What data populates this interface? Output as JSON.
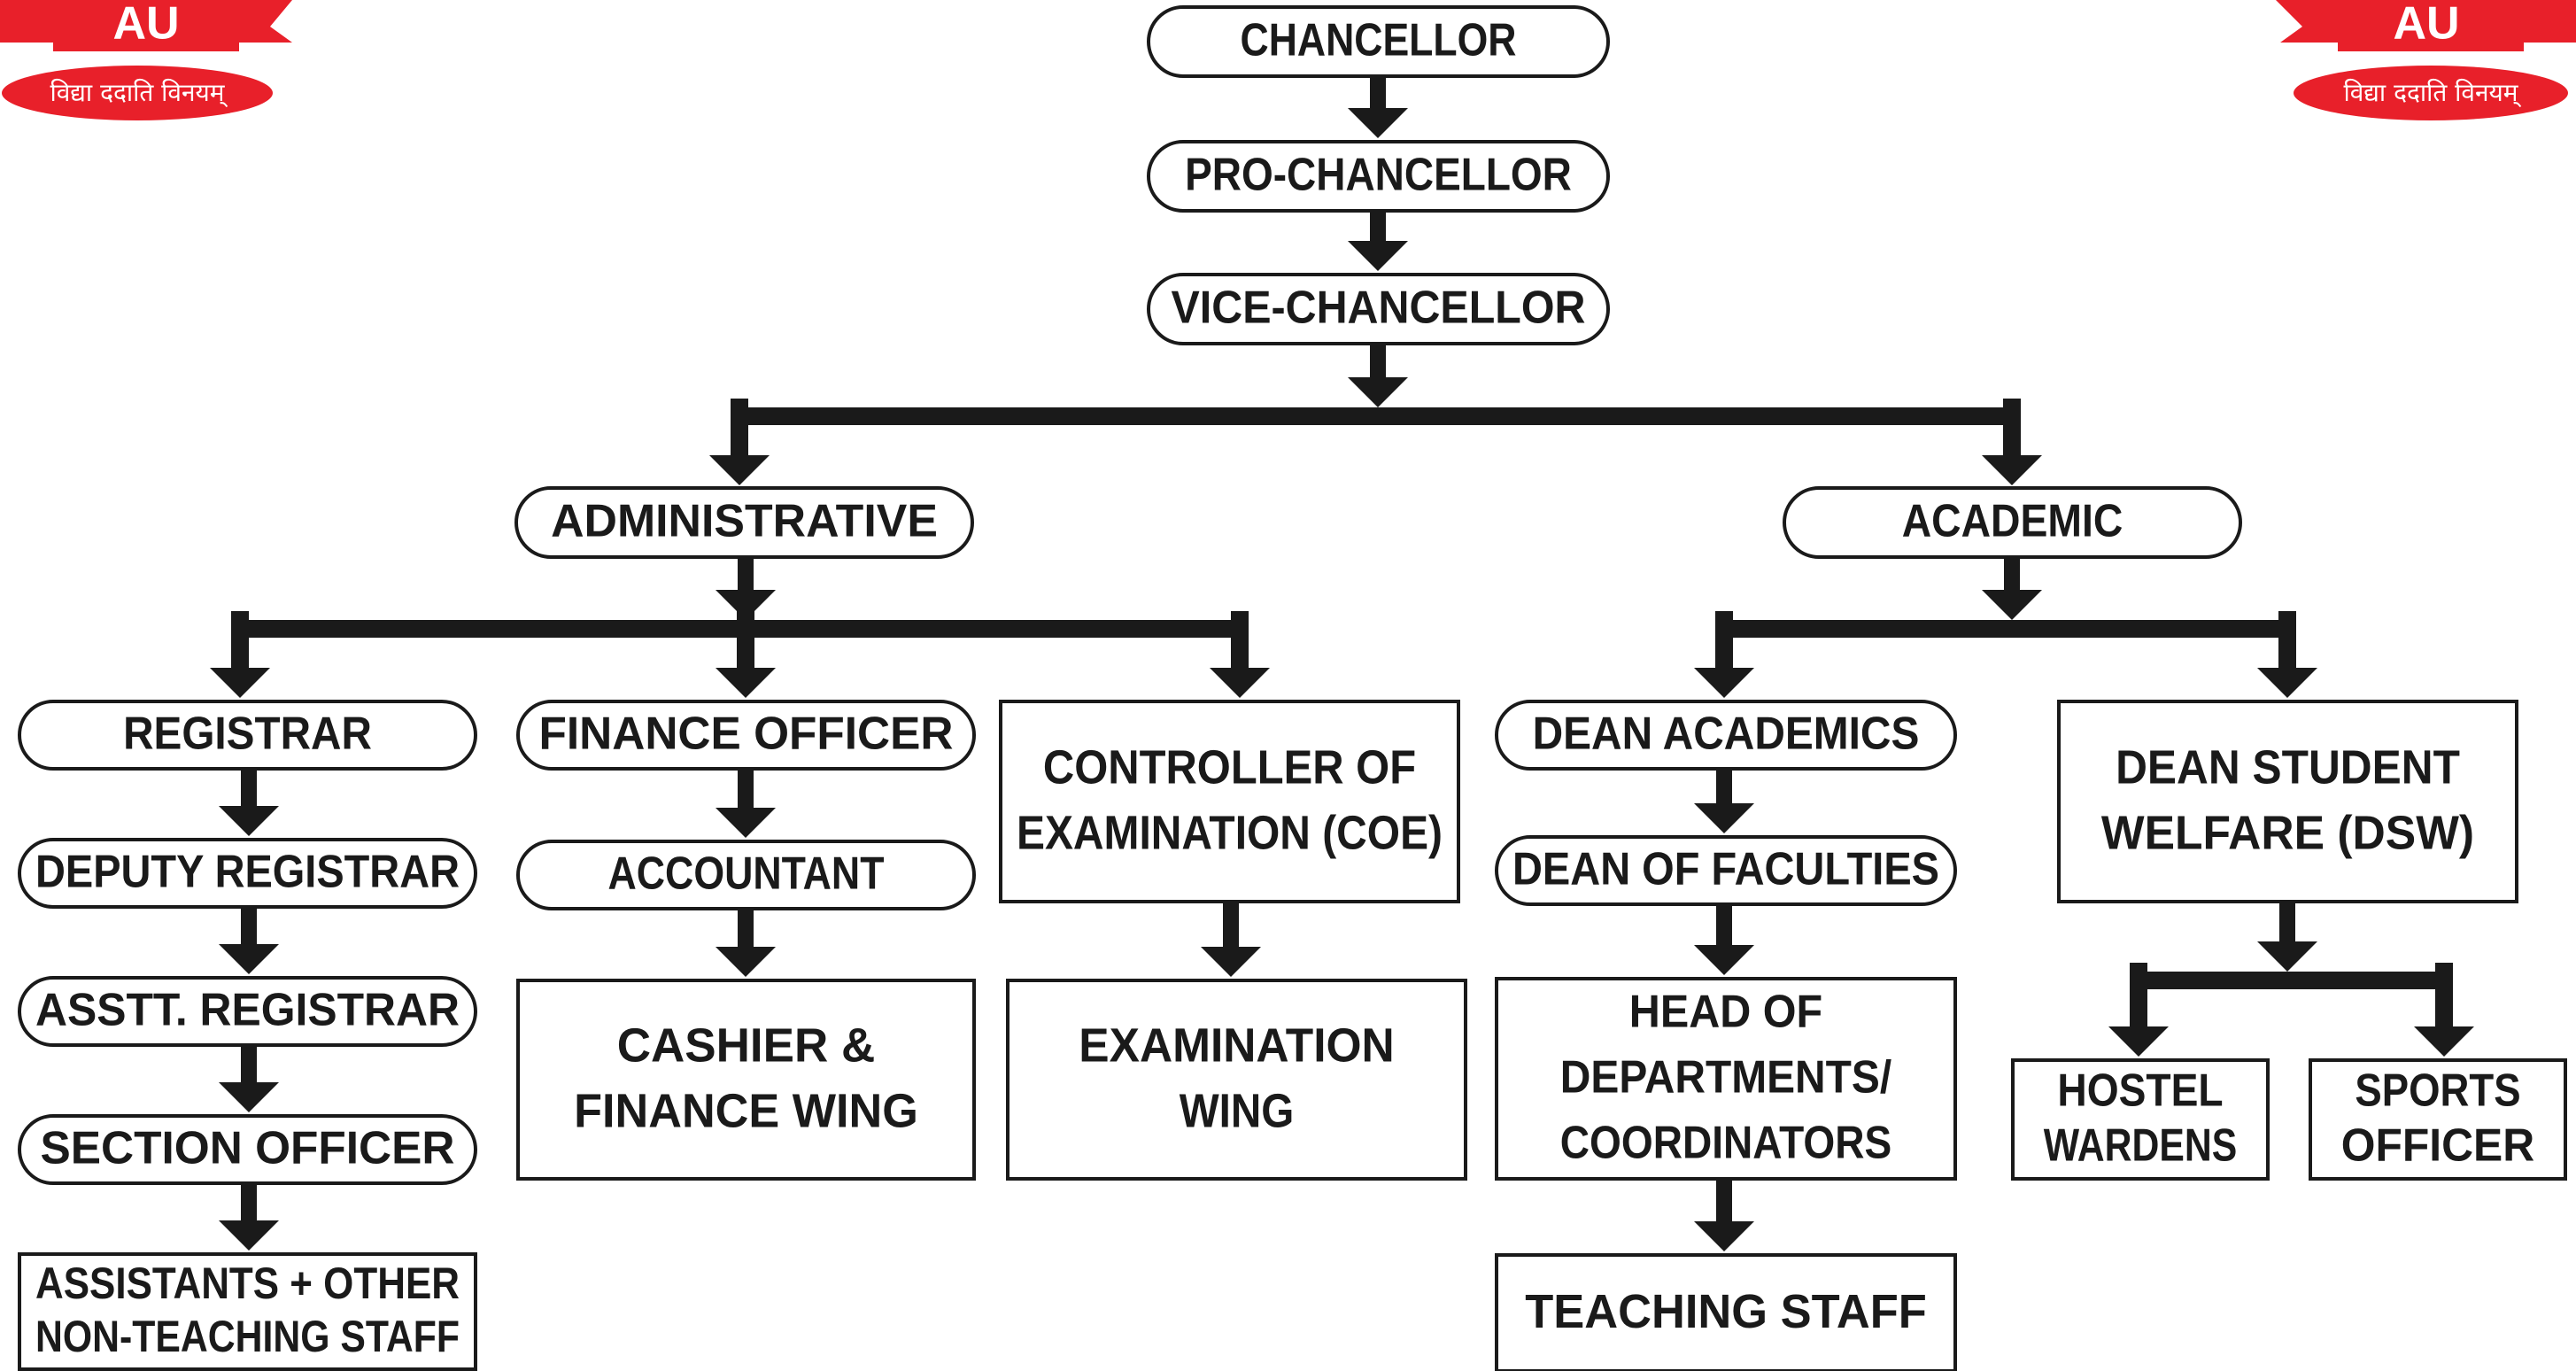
{
  "logo": {
    "letters": "AU",
    "motto": "विद्या ददाति विनयम्",
    "color": "#e8202a"
  },
  "colors": {
    "ink": "#1a1a1a",
    "box_fill": "#ffffff"
  },
  "chart": {
    "chancellor": "CHANCELLOR",
    "pro_chancellor": "PRO-CHANCELLOR",
    "vice_chancellor": "VICE-CHANCELLOR",
    "administrative": "ADMINISTRATIVE",
    "academic": "ACADEMIC",
    "registrar": "REGISTRAR",
    "deputy_registrar": "DEPUTY REGISTRAR",
    "asstt_registrar": "ASSTT. REGISTRAR",
    "section_officer": "SECTION OFFICER",
    "assistants": [
      "ASSISTANTS + OTHER",
      "NON-TEACHING STAFF"
    ],
    "finance_officer": "FINANCE OFFICER",
    "accountant": "ACCOUNTANT",
    "cashier": [
      "CASHIER &",
      "FINANCE WING"
    ],
    "coe": [
      "CONTROLLER OF",
      "EXAMINATION (COE)"
    ],
    "exam_wing": [
      "EXAMINATION",
      "WING"
    ],
    "dean_academics": "DEAN ACADEMICS",
    "dean_faculties": "DEAN OF FACULTIES",
    "hod": [
      "HEAD OF",
      "DEPARTMENTS/",
      "COORDINATORS"
    ],
    "teaching_staff": "TEACHING STAFF",
    "dsw": [
      "DEAN STUDENT",
      "WELFARE (DSW)"
    ],
    "hostel_wardens": [
      "HOSTEL",
      "WARDENS"
    ],
    "sports_officer": [
      "SPORTS",
      "OFFICER"
    ]
  }
}
